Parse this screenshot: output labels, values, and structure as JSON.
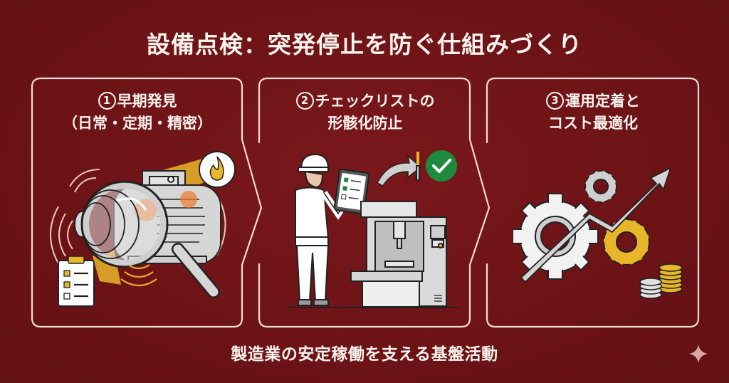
{
  "title": "設備点検：突発停止を防ぐ仕組みづくり",
  "colors": {
    "background": "#6e1418",
    "frame_line": "#f3dcd4",
    "text": "#fbf3ee",
    "accent_yellow": "#e8b62a",
    "accent_orange": "#f07a2a",
    "check_green": "#1e8a3e",
    "machine_gray": "#d9d9d9"
  },
  "panels": [
    {
      "num": "1",
      "line1": "早期発見",
      "line2": "（日常・定期・精密）",
      "illustration": [
        "motor",
        "magnifier-icon",
        "flame-icon",
        "vibration-waves",
        "clipboard-checklist-icon",
        "sound-waves"
      ]
    },
    {
      "num": "2",
      "line1": "チェックリストの",
      "line2": "形骸化防止",
      "illustration": [
        "worker-with-hardhat",
        "tablet-checklist",
        "curved-arrow-icon",
        "green-check-icon",
        "cnc-machine"
      ]
    },
    {
      "num": "3",
      "line1": "運用定着と",
      "line2": "コスト最適化",
      "illustration": [
        "large-white-gear",
        "small-gray-gear",
        "yellow-gear",
        "rising-arrow-icon",
        "coin-stacks"
      ]
    }
  ],
  "footer": "製造業の安定稼働を支える基盤活動",
  "watermark_icon": "sparkle-icon"
}
